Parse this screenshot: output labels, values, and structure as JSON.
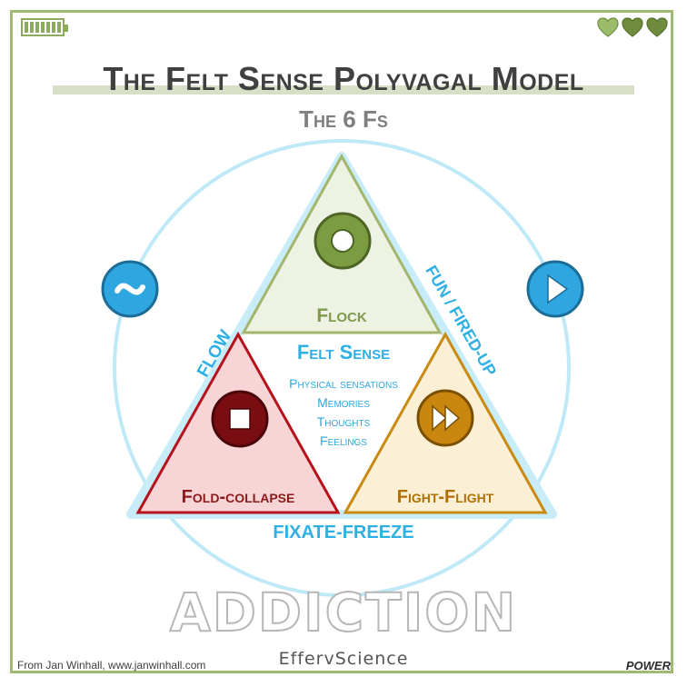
{
  "title": "The Felt Sense Polyvagal Model",
  "subtitle": "The 6 Fs",
  "top_triangle_label": "Flock",
  "left_triangle_label": "Fold-collapse",
  "right_triangle_label": "Fight-Flight",
  "center_heading": "Felt Sense",
  "center_items": [
    "Physical sensations",
    "Memories",
    "Thoughts",
    "Feelings"
  ],
  "side_left_label": "FLOW",
  "side_right_label": "FUN / FIRED-UP",
  "bottom_label": "FIXATE-FREEZE",
  "watermark": "ADDICTION",
  "footer": {
    "credit": "From Jan Winhall, www.janwinhall.com",
    "brand": "EffervScience",
    "logo": "POWER"
  },
  "icons": {
    "battery": "battery-full-icon",
    "hearts": [
      "heart-icon",
      "heart-icon",
      "heart-icon"
    ],
    "left_button": "wave-icon",
    "right_button": "play-icon",
    "top_button": "circle-icon",
    "left_inner": "stop-icon",
    "right_inner": "fast-forward-icon"
  },
  "colors": {
    "frame": "#9fbb73",
    "blue": "#2fb0e4",
    "light_blue": "#bfe9f6",
    "flock_fill": "#edf2e2",
    "flock_stroke": "#a2b66d",
    "flock_text": "#7f9a4c",
    "fold_fill": "#f7d4d6",
    "fold_stroke": "#b5121b",
    "fold_text": "#8b1a1a",
    "fight_fill": "#fbf0d5",
    "fight_stroke": "#c88a12",
    "fight_text": "#b06f00"
  }
}
